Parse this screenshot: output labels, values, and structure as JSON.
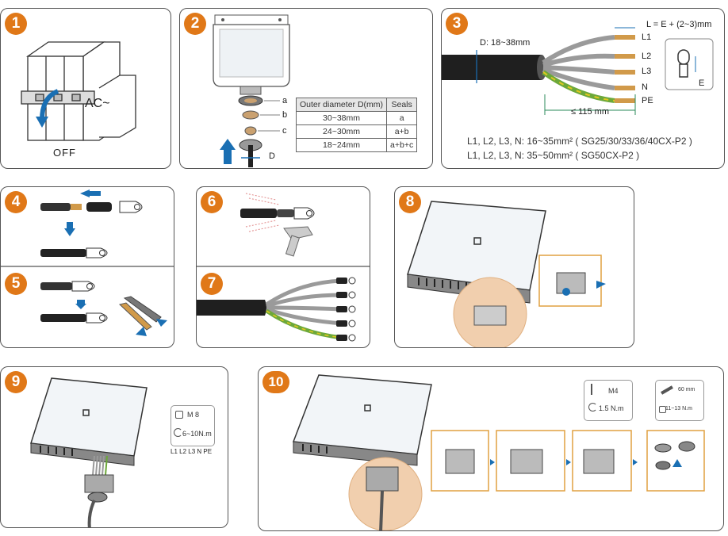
{
  "steps": [
    {
      "number": "1",
      "labels": {
        "ac": "AC~",
        "off": "OFF"
      }
    },
    {
      "number": "2",
      "letters": [
        "a",
        "b",
        "c"
      ],
      "dim": "D",
      "table": {
        "headers": [
          "Outer diameter D(mm)",
          "Seals"
        ],
        "rows": [
          [
            "30~38mm",
            "a"
          ],
          [
            "24~30mm",
            "a+b"
          ],
          [
            "18~24mm",
            "a+b+c"
          ]
        ]
      }
    },
    {
      "number": "3",
      "cable_d": "D: 18~38mm",
      "strip_len": "L = E + (2~3)mm",
      "wires": [
        "L1",
        "L2",
        "L3",
        "N",
        "PE"
      ],
      "outer_len": "≤ 115 mm",
      "lug_dim": "E",
      "specs": [
        "L1, L2, L3, N: 16~35mm² ( SG25/30/33/36/40CX-P2 )",
        "L1, L2, L3, N: 35~50mm² ( SG50CX-P2 )"
      ]
    },
    {
      "number": "4"
    },
    {
      "number": "5"
    },
    {
      "number": "6"
    },
    {
      "number": "7"
    },
    {
      "number": "8"
    },
    {
      "number": "9",
      "torque": {
        "bolt": "M 8",
        "value": "6~10N.m"
      },
      "terminals": "L1 L2 L3 N PE"
    },
    {
      "number": "10",
      "torque1": {
        "bolt": "M4",
        "value": "1.5 N.m"
      },
      "torque2": {
        "wrench": "60 mm",
        "value": "11~13 N.m"
      }
    }
  ],
  "colors": {
    "accent": "#e07818",
    "wire_blue": "#1a6fb3",
    "zoom_fill": "#f1cfae"
  }
}
